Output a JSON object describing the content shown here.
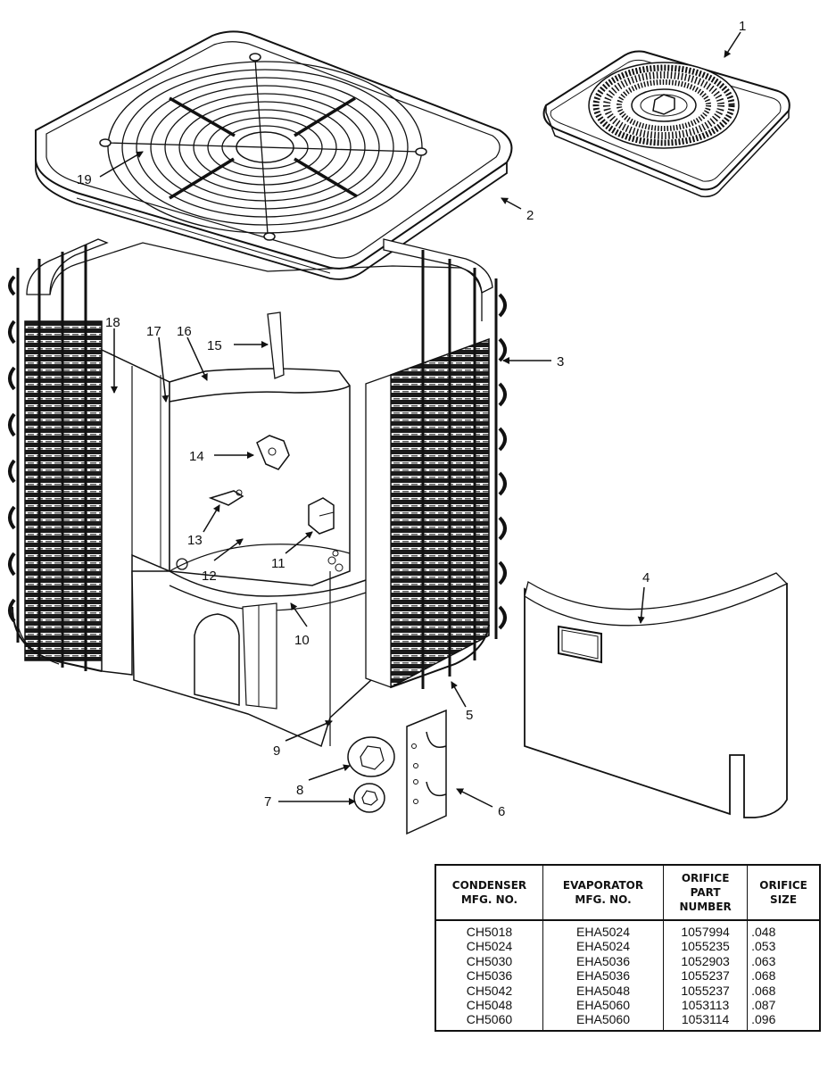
{
  "callouts": [
    "1",
    "2",
    "3",
    "4",
    "5",
    "6",
    "7",
    "8",
    "9",
    "10",
    "11",
    "12",
    "13",
    "14",
    "15",
    "16",
    "17",
    "18",
    "19"
  ],
  "table": {
    "headers": [
      "CONDENSER\nMFG. NO.",
      "EVAPORATOR\nMFG. NO.",
      "ORIFICE\nPART\nNUMBER",
      "ORIFICE\nSIZE"
    ],
    "rows": [
      [
        "CH5018",
        "EHA5024",
        "1057994",
        ".048"
      ],
      [
        "CH5024",
        "EHA5024",
        "1055235",
        ".053"
      ],
      [
        "CH5030",
        "EHA5036",
        "1052903",
        ".063"
      ],
      [
        "CH5036",
        "EHA5036",
        "1055237",
        ".068"
      ],
      [
        "CH5042",
        "EHA5048",
        "1055237",
        ".068"
      ],
      [
        "CH5048",
        "EHA5060",
        "1053113",
        ".087"
      ],
      [
        "CH5060",
        "EHA5060",
        "1053114",
        ".096"
      ]
    ]
  }
}
